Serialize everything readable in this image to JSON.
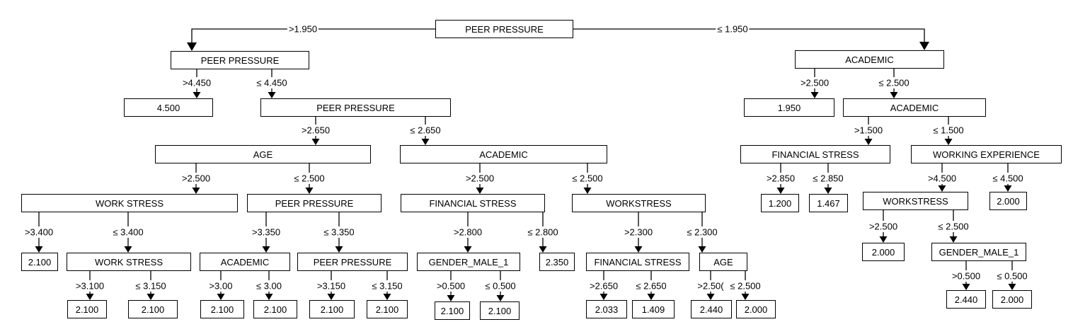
{
  "nodes": {
    "root": "PEER PRESSURE",
    "l_pp": "PEER PRESSURE",
    "l_val_4500": "4.500",
    "l_pp2": "PEER PRESSURE",
    "l_age": "AGE",
    "l_acad": "ACADEMIC",
    "l_workstress": "WORK STRESS",
    "l_pp3": "PEER PRESSURE",
    "l_fin": "FINANCIAL STRESS",
    "l_ws2": "WORKSTRESS",
    "v_2100_a": "2.100",
    "l_workstress2": "WORK STRESS",
    "l_acad2": "ACADEMIC",
    "l_pp4": "PEER PRESSURE",
    "l_gender": "GENDER_MALE_1",
    "v_2350": "2.350",
    "l_fin2": "FINANCIAL STRESS",
    "l_age2": "AGE",
    "v_2100_b": "2.100",
    "v_2100_c": "2.100",
    "v_2100_d": "2.100",
    "v_2100_e": "2.100",
    "v_2100_f": "2.100",
    "v_2100_g": "2.100",
    "v_2100_h": "2.100",
    "v_2100_i": "2.100",
    "v_2033": "2.033",
    "v_1409": "1.409",
    "v_2440_a": "2.440",
    "v_2000_a": "2.000",
    "r_acad": "ACADEMIC",
    "r_val_1950": "1.950",
    "r_acad2": "ACADEMIC",
    "r_fin": "FINANCIAL STRESS",
    "r_work": "WORKING EXPERIENCE",
    "v_1200": "1.200",
    "v_1467": "1.467",
    "r_ws": "WORKSTRESS",
    "v_2000_b": "2.000",
    "v_2000_c": "2.000",
    "r_gender": "GENDER_MALE_1",
    "v_2440_b": "2.440",
    "v_2000_d": "2.000"
  },
  "edges": {
    "root_left": ">1.950",
    "root_right": "≤ 1.950",
    "lpp_l": ">4.450",
    "lpp_r": "≤ 4.450",
    "lpp2_l": ">2.650",
    "lpp2_r": "≤ 2.650",
    "age_l": ">2.500",
    "age_r": "≤ 2.500",
    "acad_l": ">2.500",
    "acad_r": "≤ 2.500",
    "ws_l": ">3.400",
    "ws_r": "≤ 3.400",
    "pp3_l": ">3.350",
    "pp3_r": "≤ 3.350",
    "fin_l": ">2.800",
    "fin_r": "≤ 2.800",
    "ws2_l": ">2.300",
    "ws2_r": "≤ 2.300",
    "wsb_l": ">3.100",
    "wsb_r": "≤ 3.150",
    "acad2_l": ">3.00",
    "acad2_r": "≤ 3.00",
    "pp4_l": ">3.150",
    "pp4_r": "≤ 3.150",
    "gen_l": ">0.500",
    "gen_r": "≤ 0.500",
    "fin2_l": ">2.650",
    "fin2_r": "≤ 2.650",
    "age2_l": ">2.50(",
    "age2_r": "≤ 2.500",
    "racad_l": ">2.500",
    "racad_r": "≤ 2.500",
    "racad2_l": ">1.500",
    "racad2_r": "≤ 1.500",
    "rfin_l": ">2.850",
    "rfin_r": "≤ 2.850",
    "rwork_l": ">4.500",
    "rwork_r": "≤ 4.500",
    "rws_l": ">2.500",
    "rws_r": "≤ 2.500",
    "rgen_l": ">0.500",
    "rgen_r": "≤ 0.500"
  }
}
